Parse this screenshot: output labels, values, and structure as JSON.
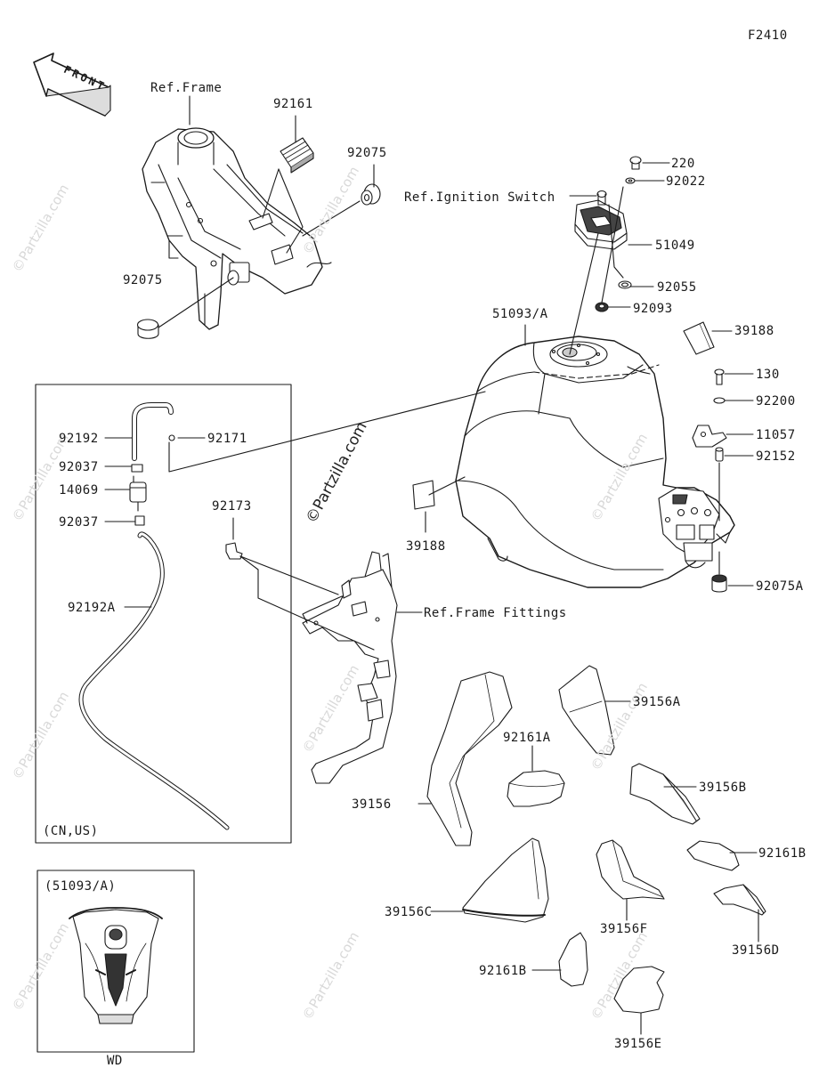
{
  "diagram_code": "F2410",
  "front_label": "FRONT",
  "watermark": "©Partzilla.com",
  "references": {
    "frame": "Ref.Frame",
    "ignition_switch": "Ref.Ignition Switch",
    "frame_fittings": "Ref.Frame Fittings"
  },
  "parts": {
    "p92161": "92161",
    "p92075_top": "92075",
    "p92075_left": "92075",
    "p220": "220",
    "p92022": "92022",
    "p51049": "51049",
    "p92055": "92055",
    "p92093": "92093",
    "p51093a": "51093/A",
    "p39188_top": "39188",
    "p130": "130",
    "p92200": "92200",
    "p11057": "11057",
    "p92152": "92152",
    "p39188_left": "39188",
    "p92075a": "92075A",
    "p92192": "92192",
    "p92171": "92171",
    "p92037_a": "92037",
    "p14069": "14069",
    "p92037_b": "92037",
    "p92173": "92173",
    "p92192a": "92192A",
    "p39156a": "39156A",
    "p92161a": "92161A",
    "p39156b": "39156B",
    "p39156": "39156",
    "p92161b_right": "92161B",
    "p39156c": "39156C",
    "p39156f": "39156F",
    "p39156d": "39156D",
    "p92161b_bottom": "92161B",
    "p39156e": "39156E"
  },
  "boxes": {
    "hose_box_note": "(CN,US)",
    "variant_box_title": "(51093/A)",
    "variant_box_caption": "WD"
  }
}
